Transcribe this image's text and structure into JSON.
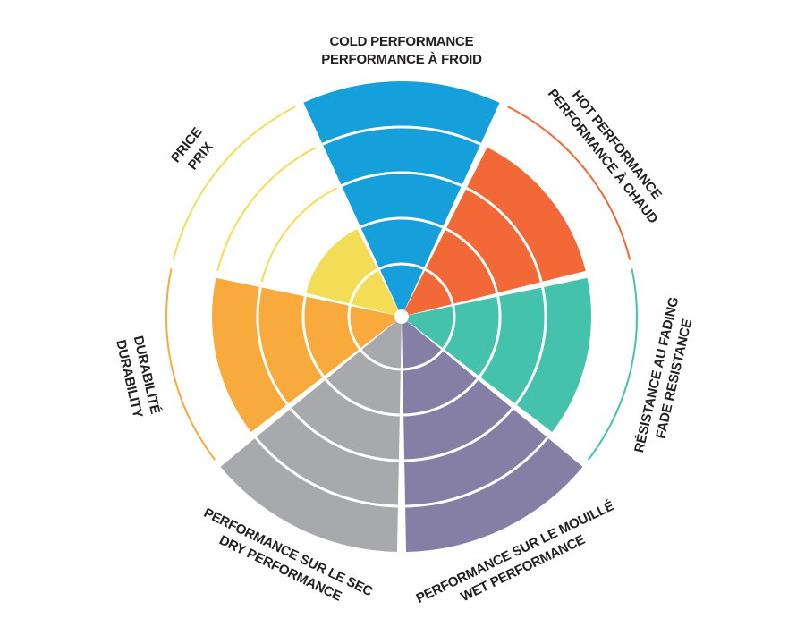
{
  "chart_data": {
    "type": "radial-bar",
    "max_rings": 5,
    "ring_dividers": "white",
    "categories": [
      {
        "key": "cold",
        "labels": [
          "COLD PERFORMANCE",
          "PERFORMANCE À FROID"
        ],
        "value": 5,
        "color": "#159fdb"
      },
      {
        "key": "hot",
        "labels": [
          "HOT PERFORMANCE",
          "PERFORMANCE À CHAUD"
        ],
        "value": 4,
        "color": "#f26836"
      },
      {
        "key": "fade",
        "labels": [
          "RÉSISTANCE AU FADING",
          "FADE RESISTANCE"
        ],
        "value": 4,
        "color": "#45c2ab"
      },
      {
        "key": "wet",
        "labels": [
          "PERFORMANCE SUR LE MOUILLÉ",
          "WET PERFORMANCE"
        ],
        "value": 5,
        "color": "#857ea5"
      },
      {
        "key": "dry",
        "labels": [
          "PERFORMANCE SUR LE SEC",
          "DRY PERFORMANCE"
        ],
        "value": 5,
        "color": "#a8a9ac"
      },
      {
        "key": "durability",
        "labels": [
          "DURABILITÉ",
          "DURABILITY"
        ],
        "value": 4,
        "color": "#f8ab3c"
      },
      {
        "key": "price",
        "labels": [
          "PRICE",
          "PRIX"
        ],
        "value": 2,
        "color": "#f4dd56"
      }
    ]
  }
}
